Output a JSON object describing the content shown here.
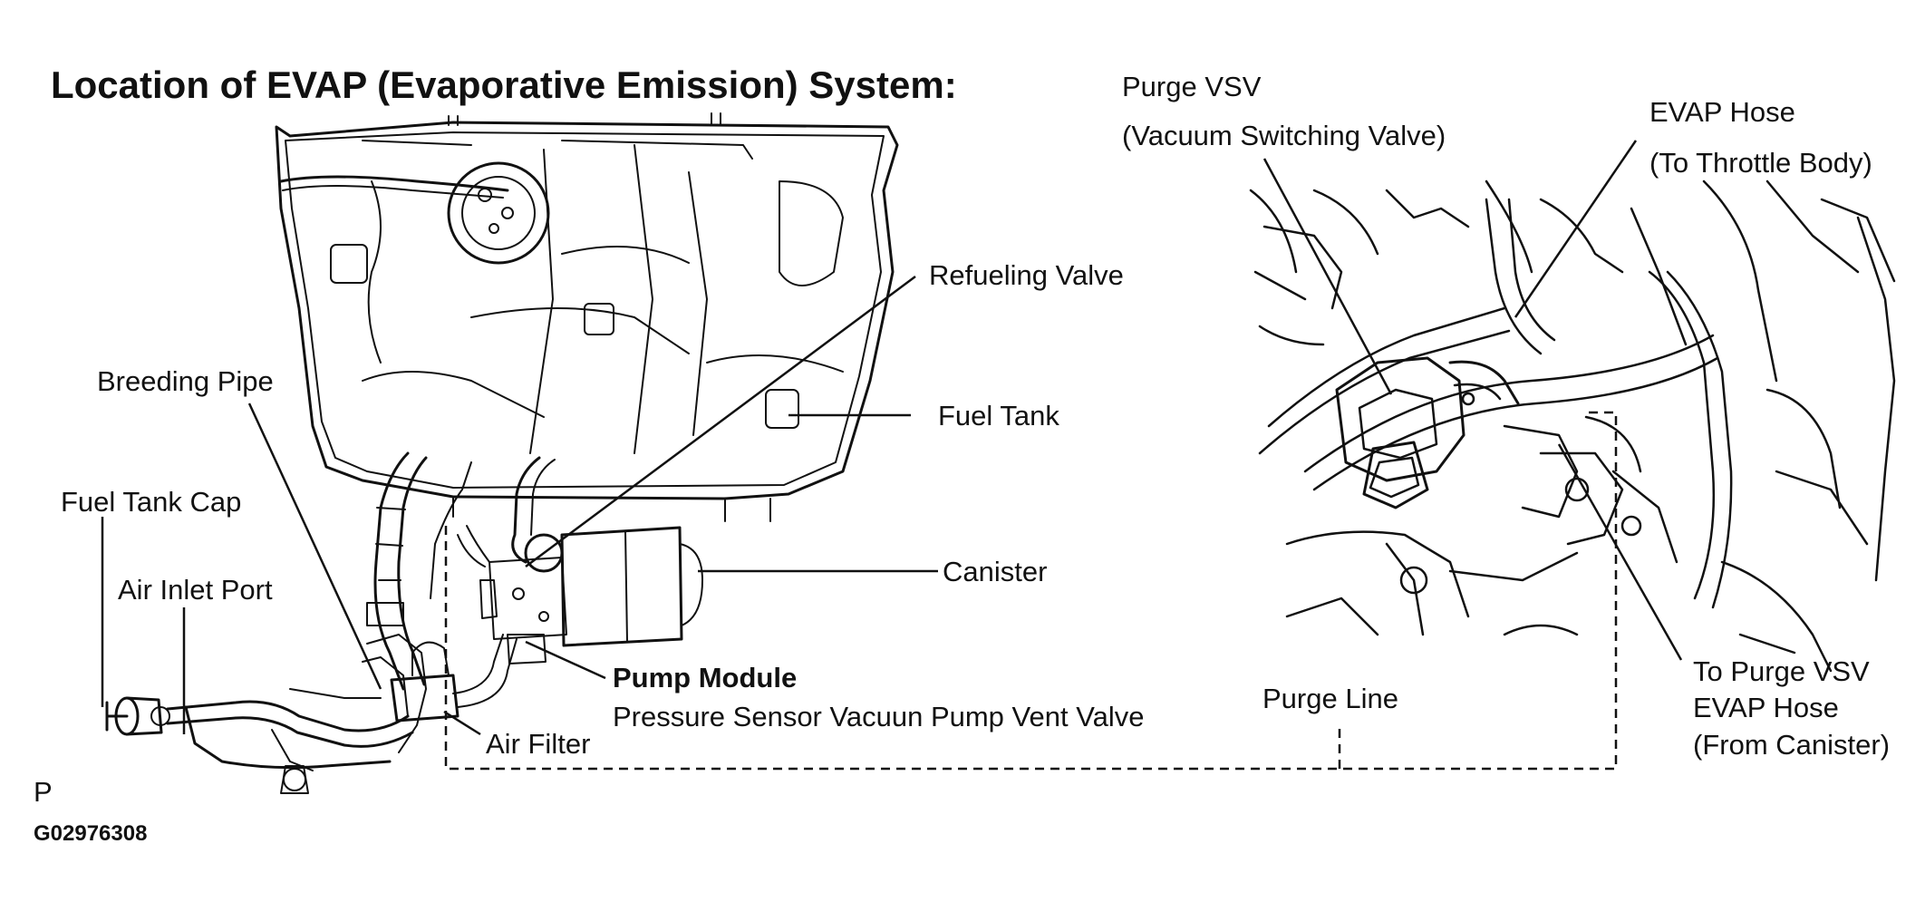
{
  "title": "Location of EVAP (Evaporative Emission) System:",
  "labels": {
    "purge_vsv": "Purge VSV",
    "vacuum_switching_valve": "(Vacuum Switching Valve)",
    "evap_hose": "EVAP Hose",
    "to_throttle_body": "(To Throttle Body)",
    "refueling_valve": "Refueling Valve",
    "breeding_pipe": "Breeding Pipe",
    "fuel_tank": "Fuel Tank",
    "fuel_tank_cap": "Fuel Tank Cap",
    "air_inlet_port": "Air Inlet Port",
    "canister": "Canister",
    "pump_module": "Pump Module",
    "pump_module_parts": "Pressure Sensor Vacuun Pump Vent Valve",
    "air_filter": "Air Filter",
    "purge_line": "Purge Line",
    "to_purge_vsv": "To Purge VSV",
    "evap_hose_2": "EVAP Hose",
    "from_canister": "(From Canister)"
  },
  "footer": {
    "letter": "P",
    "figure_id": "G02976308"
  }
}
